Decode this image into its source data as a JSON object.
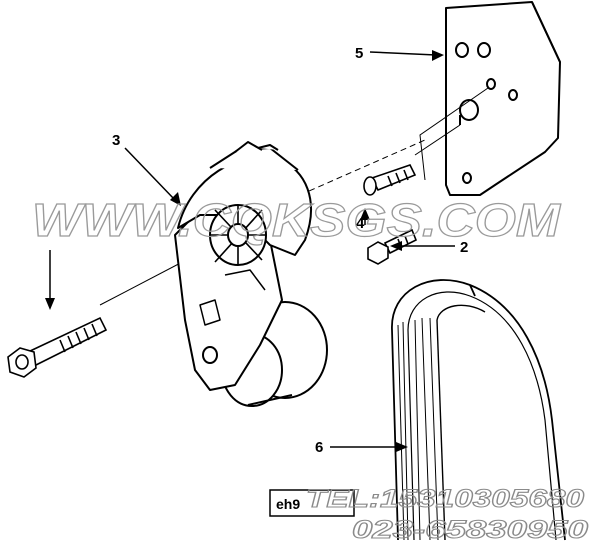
{
  "callouts": {
    "bracket": "5",
    "tensioner": "3",
    "capscrew_short": "4",
    "capscrew_hex": "2",
    "belt": "6"
  },
  "watermark": "WWW.CQKSGS.COM",
  "figure_code": "eh9",
  "contact": {
    "tel_line": "TEL:15310305680",
    "phone_line": "023-65830950"
  }
}
